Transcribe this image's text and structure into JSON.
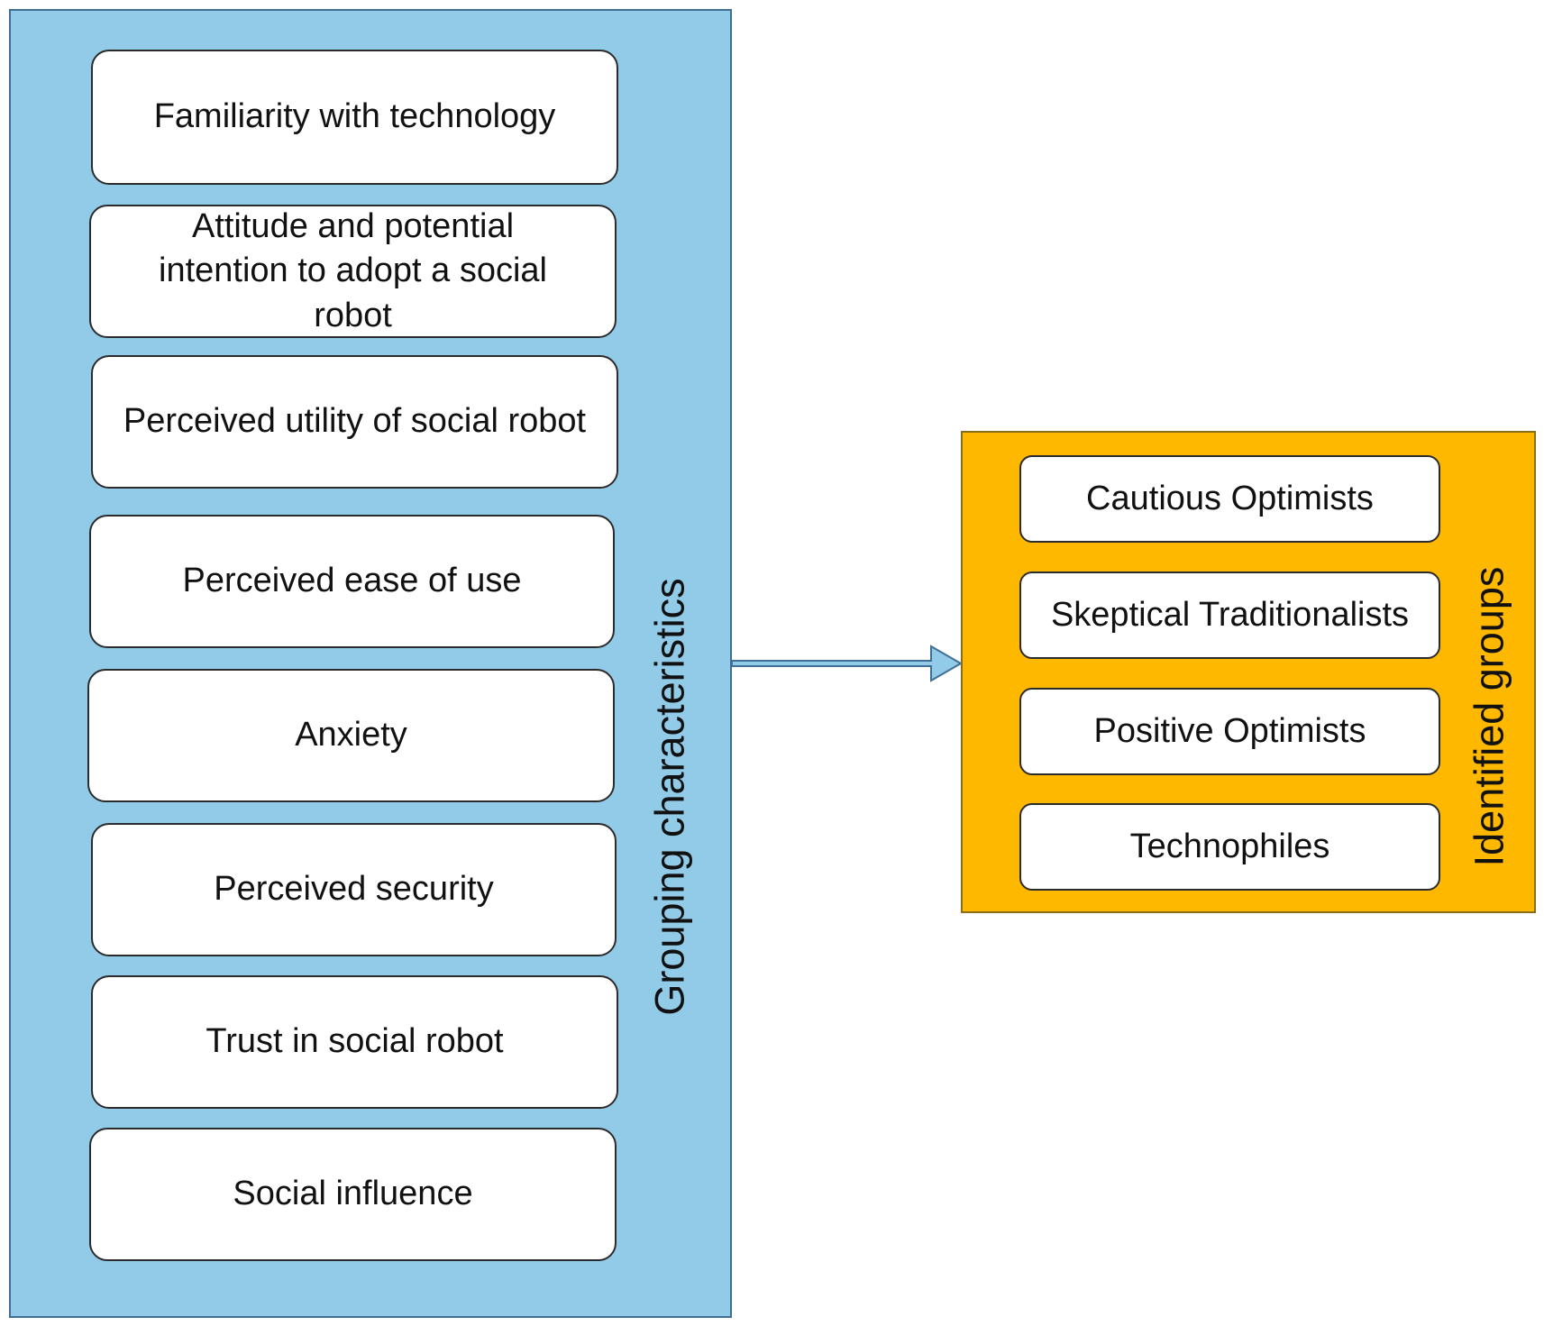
{
  "colors": {
    "left_panel": "#92cbe8",
    "right_panel": "#ffb800",
    "box_fill": "#ffffff",
    "arrow_fill": "#92cbe8",
    "arrow_stroke": "#3f6f95"
  },
  "grouping": {
    "label": "Grouping characteristics",
    "items": [
      {
        "label": "Familiarity with technology"
      },
      {
        "label": "Attitude and potential intention to adopt a social robot"
      },
      {
        "label": "Perceived utility of social robot"
      },
      {
        "label": "Perceived ease of use"
      },
      {
        "label": "Anxiety"
      },
      {
        "label": "Perceived security"
      },
      {
        "label": "Trust in social robot"
      },
      {
        "label": "Social influence"
      }
    ]
  },
  "groups": {
    "label": "Identified groups",
    "items": [
      {
        "label": "Cautious Optimists"
      },
      {
        "label": "Skeptical Traditionalists"
      },
      {
        "label": "Positive Optimists"
      },
      {
        "label": "Technophiles"
      }
    ]
  }
}
